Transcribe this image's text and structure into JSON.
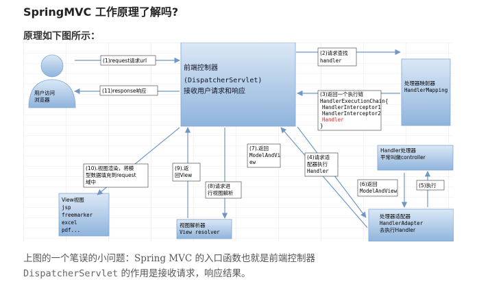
{
  "title": "SpringMVC 工作原理了解吗?",
  "subtitle": "原理如下图所示：",
  "diagram": {
    "user": [
      "用户访问",
      "浏览器"
    ],
    "dispatcher": [
      "前端控制器",
      "(DispatcherServlet)",
      "接收用户请求和响应"
    ],
    "handler_mapping": [
      "处理器映射器",
      "HandlerMapping"
    ],
    "handler": [
      "Handler处理器",
      "平常叫做controller"
    ],
    "adapter": [
      "处理器适配器",
      "HandlerAdapter",
      "去执行Handler"
    ],
    "view": [
      "View视图",
      "jsp",
      "freemarker",
      "excel",
      "pdf..."
    ],
    "view_resolver": [
      "视图解析器",
      "View resolver"
    ],
    "step1": "(1)request请求url",
    "step11": "(11)response响应",
    "step2": [
      "(2)请求查找",
      "handler"
    ],
    "step3": [
      "(3)返回一个执行链",
      "HandlerExecutionChain{",
      "HandlerInterceptor1",
      "HandlerInterceptor2",
      "Handler",
      "}"
    ],
    "step4": [
      "(4)请求适",
      "配器执行",
      "Handler"
    ],
    "step5": "(5)执行",
    "step6": [
      "(6)返回",
      "ModelAndView"
    ],
    "step7": [
      "(7).返回",
      "ModelAndVi",
      "ew"
    ],
    "step8": [
      "(8)请求进",
      "行视图解析"
    ],
    "step9": [
      "(9).返",
      "回View"
    ],
    "step10": [
      "(10).视图渲染，将模",
      "型数据填充到request",
      "域中"
    ],
    "colors": {
      "box_top": "#dbe8f6",
      "box_bottom": "#8fb4dc",
      "arrow": "#6f96c6",
      "highlight": "#e02020"
    }
  },
  "caption": {
    "text_before": "上图的一个笔误的小问题：Spring MVC 的入口函数也就是前端控制器",
    "code": "DispatcherServlet",
    "text_after": " 的作用是接收请求，响应结果。"
  }
}
